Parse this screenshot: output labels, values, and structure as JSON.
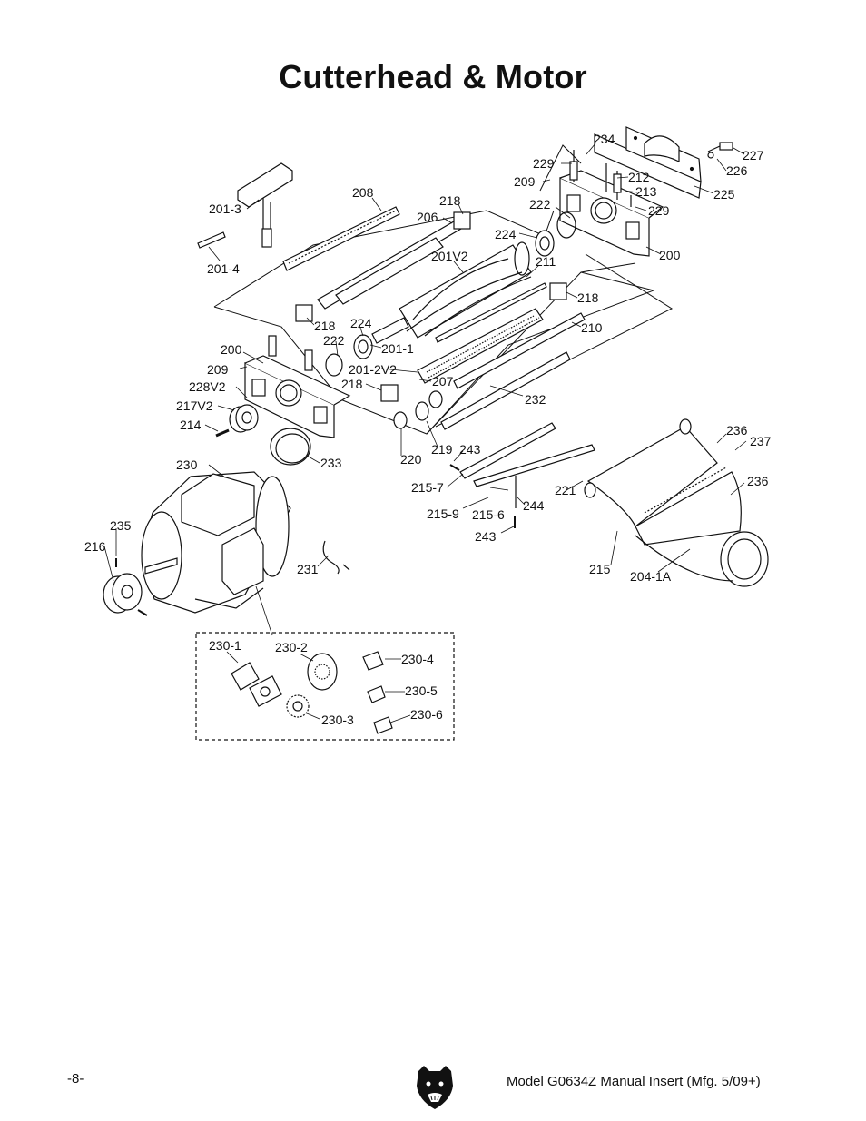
{
  "title": "Cutterhead & Motor",
  "footer": {
    "page_number": "-8-",
    "manual_ref": "Model G0634Z Manual Insert (Mfg. 5/09+)"
  },
  "logo_icon": "bear-head-logo",
  "callouts": [
    "234",
    "227",
    "229",
    "226",
    "209",
    "212",
    "225",
    "213",
    "222",
    "229",
    "200",
    "208",
    "218",
    "201-3",
    "206",
    "224",
    "201V2",
    "211",
    "201-4",
    "218",
    "218",
    "224",
    "210",
    "222",
    "200",
    "201-1",
    "209",
    "201-2V2",
    "218",
    "207",
    "228V2",
    "232",
    "217V2",
    "214",
    "236",
    "237",
    "220",
    "219",
    "243",
    "230",
    "233",
    "236",
    "215-7",
    "221",
    "215-9",
    "215-6",
    "244",
    "235",
    "243",
    "216",
    "231",
    "215",
    "204-1A",
    "230-1",
    "230-2",
    "230-4",
    "230-5",
    "230-6",
    "230-3"
  ]
}
